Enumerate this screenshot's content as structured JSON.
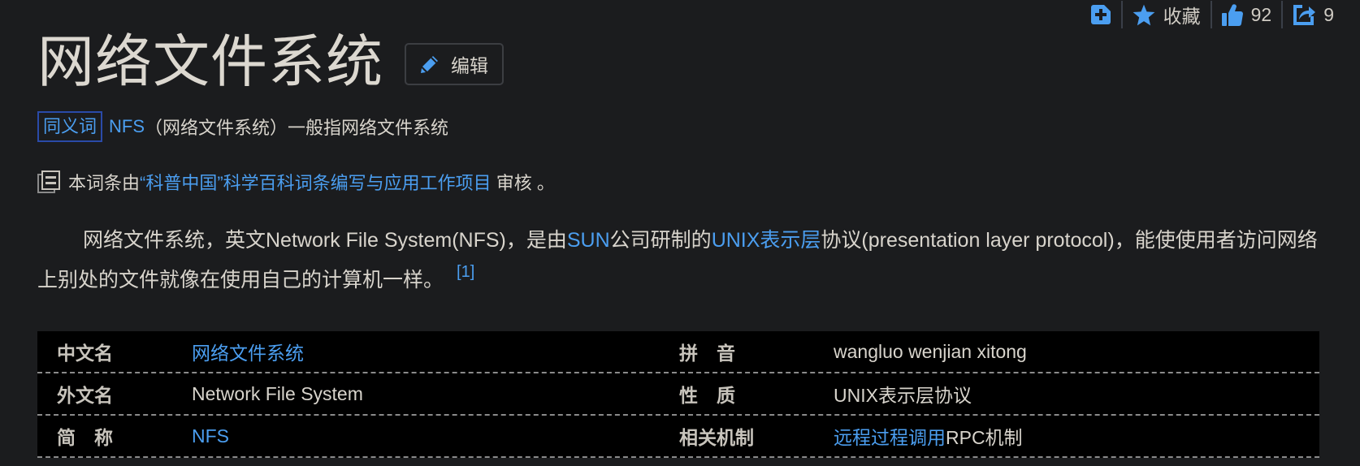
{
  "toolbar": {
    "add_icon": "plus-square-icon",
    "favorite_label": "收藏",
    "like_count": "92",
    "share_count": "9",
    "accent_color": "#4b9ef0"
  },
  "header": {
    "title": "网络文件系统",
    "edit_label": "编辑"
  },
  "synonym": {
    "badge": "同义词",
    "link": "NFS",
    "text": "（网络文件系统）一般指网络文件系统"
  },
  "review": {
    "prefix": "本词条由",
    "link": "“科普中国”科学百科词条编写与应用工作项目",
    "suffix": " 审核 。"
  },
  "summary": {
    "part1": "网络文件系统，英文Network File System(NFS)，是由",
    "link1": "SUN",
    "part2": "公司研制的",
    "link2": "UNIX表示层",
    "part3": "协议(presentation layer protocol)，能使使用者访问网络上别处的文件就像在使用自己的计算机一样。",
    "ref": "[1]"
  },
  "infobox": {
    "rows": [
      {
        "left_label": "中文名",
        "left_value": "网络文件系统",
        "left_link": true,
        "right_label": "拼　音",
        "right_value": "wangluo wenjian xitong"
      },
      {
        "left_label": "外文名",
        "left_value": "Network File System",
        "right_label": "性　质",
        "right_value": "UNIX表示层协议"
      },
      {
        "left_label": "简　称",
        "left_value": "NFS",
        "left_link": true,
        "right_label": "相关机制",
        "right_value_link": "远程过程调用",
        "right_value": "RPC机制"
      }
    ]
  }
}
